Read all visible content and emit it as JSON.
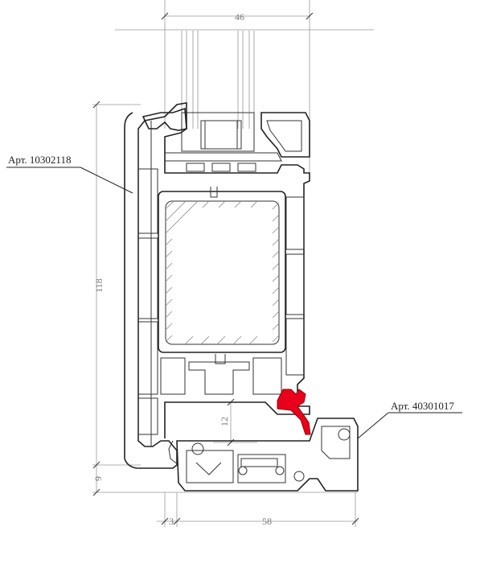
{
  "dimensions": {
    "top_width": "46",
    "overall_height": "118",
    "inner_height": "12",
    "bottom_height": "9",
    "bottom_offset": "3",
    "bottom_width": "58"
  },
  "callouts": {
    "frame_profile": "Арт. 10302118",
    "seal_profile": "Арт. 40301017"
  },
  "colors": {
    "line": "#222222",
    "dimension": "#999999",
    "seal": "#e8001c"
  }
}
